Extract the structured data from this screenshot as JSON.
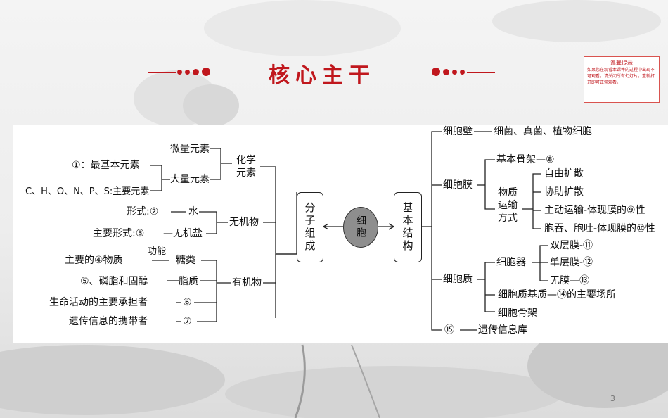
{
  "header": {
    "title": "核心主干"
  },
  "tip": {
    "title": "温馨提示",
    "body": "如果您在观看本课件的过程中出现不可观看，请关闭所有幻灯片，重新打开即可正常观看。"
  },
  "diagram": {
    "left": {
      "n1": "①：最基本元素",
      "n2": "C、H、O、N、P、S:主要元素",
      "micro": "微量元素",
      "macro": "大量元素",
      "chem1": "化学",
      "chem2": "元素",
      "form": "形式:②",
      "water": "水",
      "mainform": "主要形式:③",
      "salt": "—无机盐",
      "inorganic": "无机物",
      "sugarfunc": "主要的④物质",
      "func": "功能",
      "sugar": "糖类",
      "lipidsrc": "⑤、磷脂和固醇",
      "lipid": "脂质",
      "protein": "生命活动的主要承担者",
      "c6": "⑥",
      "genetic": "遗传信息的携带者",
      "c7": "⑦",
      "organic": "有机物"
    },
    "center": {
      "composition": "分子组成",
      "cell": "细胞",
      "structure": "基本结构"
    },
    "right": {
      "wall": "细胞壁",
      "wall_desc": "细菌、真菌、植物细胞",
      "membrane": "细胞膜",
      "skeleton": "基本骨架—⑧",
      "transport1": "物质",
      "transport2": "运输",
      "transport3": "方式",
      "free": "自由扩散",
      "assist": "协助扩散",
      "active": "主动运输-体现膜的⑨性",
      "endo": "胞吞、胞吐-体现膜的⑩性",
      "cytoplasm": "细胞质",
      "organelle": "细胞器",
      "double": "双层膜-⑪",
      "single": "单层膜-⑫",
      "none": "无膜—⑬",
      "matrix": "细胞质基质—⑭的主要场所",
      "cytoskeleton": "细胞骨架",
      "c15": "⑮",
      "nucleus_desc": "遗传信息库"
    }
  },
  "page": {
    "number": "3"
  }
}
